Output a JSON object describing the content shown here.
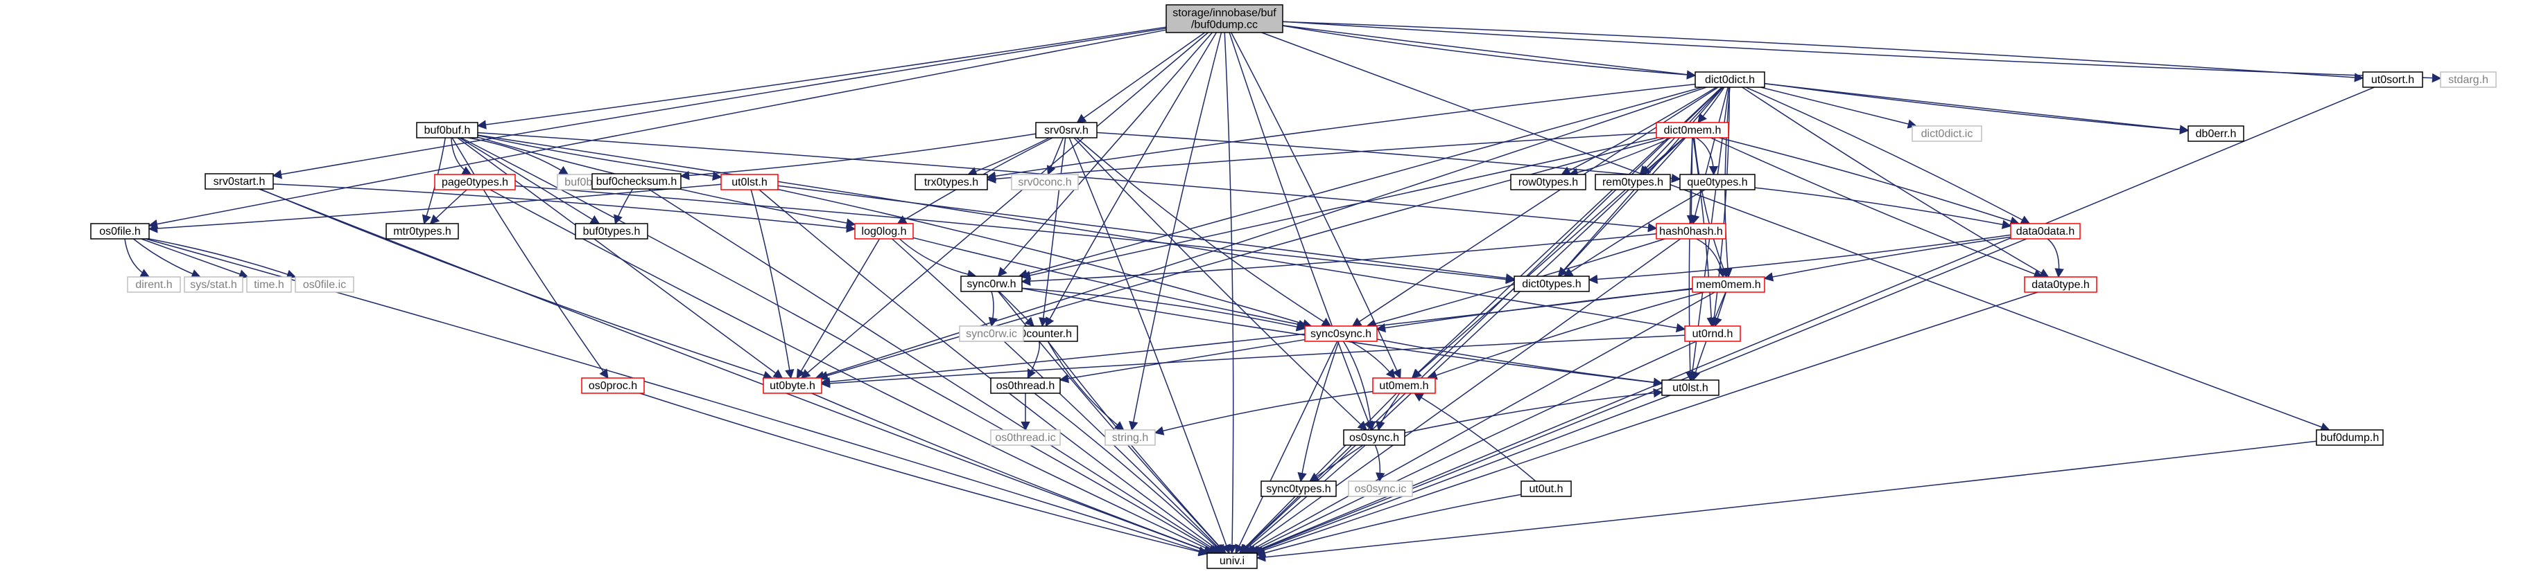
{
  "diagram": {
    "colors": {
      "normal_border": "#000000",
      "normal_fill": "#ffffff",
      "missing_border": "#bfbfbf",
      "missing_text": "#7f7f7f",
      "red_border": "#ff0000",
      "root_fill": "#bfbfbf",
      "edge": "#1f2a6b"
    },
    "nodes": [
      {
        "id": "root",
        "label": [
          "storage/innobase/buf",
          "/buf0dump.cc"
        ],
        "style": "root"
      },
      {
        "id": "dict0dict_h",
        "label": [
          "dict0dict.h"
        ],
        "style": "normal"
      },
      {
        "id": "buf0buf_h",
        "label": [
          "buf0buf.h"
        ],
        "style": "normal"
      },
      {
        "id": "srv0srv_h",
        "label": [
          "srv0srv.h"
        ],
        "style": "normal"
      },
      {
        "id": "srv0start_h",
        "label": [
          "srv0start.h"
        ],
        "style": "normal"
      },
      {
        "id": "ut0sort_h",
        "label": [
          "ut0sort.h"
        ],
        "style": "normal"
      },
      {
        "id": "stdarg_h",
        "label": [
          "stdarg.h"
        ],
        "style": "missing"
      },
      {
        "id": "db0err_h",
        "label": [
          "db0err.h"
        ],
        "style": "normal"
      },
      {
        "id": "dict0dict_ic",
        "label": [
          "dict0dict.ic"
        ],
        "style": "missing"
      },
      {
        "id": "dict0mem_h",
        "label": [
          "dict0mem.h"
        ],
        "style": "red"
      },
      {
        "id": "buf0buf_ic",
        "label": [
          "buf0buf.ic"
        ],
        "style": "missing"
      },
      {
        "id": "page0types_h",
        "label": [
          "page0types.h"
        ],
        "style": "red"
      },
      {
        "id": "ut0lst_h_top",
        "label": [
          "ut0lst.h"
        ],
        "style": "red"
      },
      {
        "id": "buf0checksum_h",
        "label": [
          "buf0checksum.h"
        ],
        "style": "normal"
      },
      {
        "id": "trx0types_h",
        "label": [
          "trx0types.h"
        ],
        "style": "normal"
      },
      {
        "id": "srv0conc_h",
        "label": [
          "srv0conc.h"
        ],
        "style": "missing"
      },
      {
        "id": "que0types_h",
        "label": [
          "que0types.h"
        ],
        "style": "normal"
      },
      {
        "id": "row0types_h",
        "label": [
          "row0types.h"
        ],
        "style": "normal"
      },
      {
        "id": "rem0types_h",
        "label": [
          "rem0types.h"
        ],
        "style": "normal"
      },
      {
        "id": "os0file_h",
        "label": [
          "os0file.h"
        ],
        "style": "normal"
      },
      {
        "id": "mtr0types_h",
        "label": [
          "mtr0types.h"
        ],
        "style": "normal"
      },
      {
        "id": "buf0types_h",
        "label": [
          "buf0types.h"
        ],
        "style": "normal"
      },
      {
        "id": "log0log_h",
        "label": [
          "log0log.h"
        ],
        "style": "red"
      },
      {
        "id": "hash0hash_h",
        "label": [
          "hash0hash.h"
        ],
        "style": "red"
      },
      {
        "id": "data0data_h",
        "label": [
          "data0data.h"
        ],
        "style": "red"
      },
      {
        "id": "dirent_h",
        "label": [
          "dirent.h"
        ],
        "style": "missing"
      },
      {
        "id": "sys_stat_h",
        "label": [
          "sys/stat.h"
        ],
        "style": "missing"
      },
      {
        "id": "time_h",
        "label": [
          "time.h"
        ],
        "style": "missing"
      },
      {
        "id": "os0file_ic",
        "label": [
          "os0file.ic"
        ],
        "style": "missing"
      },
      {
        "id": "sync0rw_h",
        "label": [
          "sync0rw.h"
        ],
        "style": "normal"
      },
      {
        "id": "dict0types_h",
        "label": [
          "dict0types.h"
        ],
        "style": "normal"
      },
      {
        "id": "mem0mem_h",
        "label": [
          "mem0mem.h"
        ],
        "style": "red"
      },
      {
        "id": "data0type_h",
        "label": [
          "data0type.h"
        ],
        "style": "red"
      },
      {
        "id": "ut0lst_h",
        "label": [
          "ut0lst.h"
        ],
        "style": "normal"
      },
      {
        "id": "ut0counter_h",
        "label": [
          "ut0counter.h"
        ],
        "style": "normal"
      },
      {
        "id": "sync0rw_ic",
        "label": [
          "sync0rw.ic"
        ],
        "style": "missing"
      },
      {
        "id": "sync0sync_h",
        "label": [
          "sync0sync.h"
        ],
        "style": "red"
      },
      {
        "id": "ut0rnd_h",
        "label": [
          "ut0rnd.h"
        ],
        "style": "red"
      },
      {
        "id": "os0proc_h",
        "label": [
          "os0proc.h"
        ],
        "style": "red"
      },
      {
        "id": "ut0byte_h",
        "label": [
          "ut0byte.h"
        ],
        "style": "red"
      },
      {
        "id": "os0thread_h",
        "label": [
          "os0thread.h"
        ],
        "style": "normal"
      },
      {
        "id": "ut0mem_h",
        "label": [
          "ut0mem.h"
        ],
        "style": "red"
      },
      {
        "id": "os0thread_ic",
        "label": [
          "os0thread.ic"
        ],
        "style": "missing"
      },
      {
        "id": "string_h",
        "label": [
          "string.h"
        ],
        "style": "missing"
      },
      {
        "id": "os0sync_h",
        "label": [
          "os0sync.h"
        ],
        "style": "normal"
      },
      {
        "id": "buf0dump_h",
        "label": [
          "buf0dump.h"
        ],
        "style": "normal"
      },
      {
        "id": "sync0types_h",
        "label": [
          "sync0types.h"
        ],
        "style": "normal"
      },
      {
        "id": "os0sync_ic",
        "label": [
          "os0sync.ic"
        ],
        "style": "missing"
      },
      {
        "id": "ut0ut_h",
        "label": [
          "ut0ut.h"
        ],
        "style": "normal"
      },
      {
        "id": "univ_i",
        "label": [
          "univ.i"
        ],
        "style": "normal"
      }
    ],
    "edges": [
      [
        "root",
        "dict0dict_h"
      ],
      [
        "root",
        "buf0buf_h"
      ],
      [
        "root",
        "srv0srv_h"
      ],
      [
        "root",
        "srv0start_h"
      ],
      [
        "root",
        "ut0sort_h"
      ],
      [
        "root",
        "stdarg_h"
      ],
      [
        "root",
        "db0err_h"
      ],
      [
        "root",
        "os0file_h"
      ],
      [
        "root",
        "sync0rw_h"
      ],
      [
        "root",
        "ut0byte_h"
      ],
      [
        "root",
        "string_h"
      ],
      [
        "root",
        "os0sync_h"
      ],
      [
        "root",
        "buf0dump_h"
      ],
      [
        "root",
        "ut0mem_h"
      ],
      [
        "root",
        "univ_i"
      ],
      [
        "root",
        "ut0counter_h"
      ],
      [
        "dict0dict_h",
        "db0err_h"
      ],
      [
        "dict0dict_h",
        "dict0dict_ic"
      ],
      [
        "dict0dict_h",
        "dict0mem_h"
      ],
      [
        "dict0dict_h",
        "trx0types_h"
      ],
      [
        "dict0dict_h",
        "row0types_h"
      ],
      [
        "dict0dict_h",
        "rem0types_h"
      ],
      [
        "dict0dict_h",
        "hash0hash_h"
      ],
      [
        "dict0dict_h",
        "data0data_h"
      ],
      [
        "dict0dict_h",
        "dict0types_h"
      ],
      [
        "dict0dict_h",
        "mem0mem_h"
      ],
      [
        "dict0dict_h",
        "data0type_h"
      ],
      [
        "dict0dict_h",
        "sync0rw_h"
      ],
      [
        "dict0dict_h",
        "sync0sync_h"
      ],
      [
        "dict0dict_h",
        "ut0rnd_h"
      ],
      [
        "dict0dict_h",
        "ut0byte_h"
      ],
      [
        "dict0dict_h",
        "ut0mem_h"
      ],
      [
        "dict0dict_h",
        "ut0lst_h"
      ],
      [
        "dict0dict_h",
        "univ_i"
      ],
      [
        "buf0buf_h",
        "buf0buf_ic"
      ],
      [
        "buf0buf_h",
        "page0types_h"
      ],
      [
        "buf0buf_h",
        "ut0lst_h_top"
      ],
      [
        "buf0buf_h",
        "buf0types_h"
      ],
      [
        "buf0buf_h",
        "mtr0types_h"
      ],
      [
        "buf0buf_h",
        "hash0hash_h"
      ],
      [
        "buf0buf_h",
        "log0log_h"
      ],
      [
        "buf0buf_h",
        "os0proc_h"
      ],
      [
        "buf0buf_h",
        "ut0byte_h"
      ],
      [
        "buf0buf_h",
        "ut0rnd_h"
      ],
      [
        "buf0buf_h",
        "univ_i"
      ],
      [
        "srv0srv_h",
        "buf0checksum_h"
      ],
      [
        "srv0srv_h",
        "trx0types_h"
      ],
      [
        "srv0srv_h",
        "srv0conc_h"
      ],
      [
        "srv0srv_h",
        "que0types_h"
      ],
      [
        "srv0srv_h",
        "log0log_h"
      ],
      [
        "srv0srv_h",
        "sync0sync_h"
      ],
      [
        "srv0srv_h",
        "os0sync_h"
      ],
      [
        "srv0srv_h",
        "ut0counter_h"
      ],
      [
        "srv0srv_h",
        "univ_i"
      ],
      [
        "srv0start_h",
        "log0log_h"
      ],
      [
        "srv0start_h",
        "ut0byte_h"
      ],
      [
        "srv0start_h",
        "univ_i"
      ],
      [
        "ut0sort_h",
        "univ_i"
      ],
      [
        "dict0mem_h",
        "trx0types_h"
      ],
      [
        "dict0mem_h",
        "que0types_h"
      ],
      [
        "dict0mem_h",
        "row0types_h"
      ],
      [
        "dict0mem_h",
        "rem0types_h"
      ],
      [
        "dict0mem_h",
        "hash0hash_h"
      ],
      [
        "dict0mem_h",
        "data0data_h"
      ],
      [
        "dict0mem_h",
        "dict0types_h"
      ],
      [
        "dict0mem_h",
        "mem0mem_h"
      ],
      [
        "dict0mem_h",
        "data0type_h"
      ],
      [
        "dict0mem_h",
        "sync0rw_h"
      ],
      [
        "dict0mem_h",
        "ut0rnd_h"
      ],
      [
        "dict0mem_h",
        "ut0byte_h"
      ],
      [
        "dict0mem_h",
        "ut0mem_h"
      ],
      [
        "dict0mem_h",
        "ut0lst_h"
      ],
      [
        "dict0mem_h",
        "univ_i"
      ],
      [
        "page0types_h",
        "mtr0types_h"
      ],
      [
        "page0types_h",
        "dict0types_h"
      ],
      [
        "page0types_h",
        "univ_i"
      ],
      [
        "ut0lst_h_top",
        "os0file_h"
      ],
      [
        "ut0lst_h_top",
        "dict0types_h"
      ],
      [
        "ut0lst_h_top",
        "ut0byte_h"
      ],
      [
        "ut0lst_h_top",
        "sync0sync_h"
      ],
      [
        "ut0lst_h_top",
        "univ_i"
      ],
      [
        "buf0checksum_h",
        "buf0types_h"
      ],
      [
        "buf0checksum_h",
        "univ_i"
      ],
      [
        "que0types_h",
        "data0data_h"
      ],
      [
        "que0types_h",
        "dict0types_h"
      ],
      [
        "os0file_h",
        "dirent_h"
      ],
      [
        "os0file_h",
        "sys_stat_h"
      ],
      [
        "os0file_h",
        "time_h"
      ],
      [
        "os0file_h",
        "os0file_ic"
      ],
      [
        "os0file_h",
        "univ_i"
      ],
      [
        "log0log_h",
        "sync0rw_h"
      ],
      [
        "log0log_h",
        "sync0sync_h"
      ],
      [
        "log0log_h",
        "ut0byte_h"
      ],
      [
        "log0log_h",
        "univ_i"
      ],
      [
        "hash0hash_h",
        "mem0mem_h"
      ],
      [
        "hash0hash_h",
        "sync0rw_h"
      ],
      [
        "hash0hash_h",
        "sync0sync_h"
      ],
      [
        "hash0hash_h",
        "univ_i"
      ],
      [
        "data0data_h",
        "mem0mem_h"
      ],
      [
        "data0data_h",
        "data0type_h"
      ],
      [
        "data0data_h",
        "dict0types_h"
      ],
      [
        "data0data_h",
        "univ_i"
      ],
      [
        "sync0rw_h",
        "ut0counter_h"
      ],
      [
        "sync0rw_h",
        "sync0rw_ic"
      ],
      [
        "sync0rw_h",
        "sync0sync_h"
      ],
      [
        "sync0rw_h",
        "ut0lst_h"
      ],
      [
        "sync0rw_h",
        "univ_i"
      ],
      [
        "mem0mem_h",
        "ut0rnd_h"
      ],
      [
        "mem0mem_h",
        "sync0sync_h"
      ],
      [
        "mem0mem_h",
        "ut0mem_h"
      ],
      [
        "mem0mem_h",
        "ut0byte_h"
      ],
      [
        "mem0mem_h",
        "ut0lst_h"
      ],
      [
        "mem0mem_h",
        "univ_i"
      ],
      [
        "data0type_h",
        "univ_i"
      ],
      [
        "ut0counter_h",
        "os0thread_h"
      ],
      [
        "ut0counter_h",
        "string_h"
      ],
      [
        "ut0counter_h",
        "univ_i"
      ],
      [
        "sync0sync_h",
        "os0thread_h"
      ],
      [
        "sync0sync_h",
        "ut0mem_h"
      ],
      [
        "sync0sync_h",
        "os0sync_h"
      ],
      [
        "sync0sync_h",
        "sync0types_h"
      ],
      [
        "sync0sync_h",
        "ut0lst_h"
      ],
      [
        "sync0sync_h",
        "univ_i"
      ],
      [
        "ut0rnd_h",
        "ut0byte_h"
      ],
      [
        "ut0rnd_h",
        "univ_i"
      ],
      [
        "os0proc_h",
        "univ_i"
      ],
      [
        "ut0byte_h",
        "univ_i"
      ],
      [
        "os0thread_h",
        "os0thread_ic"
      ],
      [
        "os0thread_h",
        "univ_i"
      ],
      [
        "ut0mem_h",
        "string_h"
      ],
      [
        "ut0mem_h",
        "os0sync_h"
      ],
      [
        "ut0mem_h",
        "univ_i"
      ],
      [
        "os0sync_h",
        "sync0types_h"
      ],
      [
        "os0sync_h",
        "os0sync_ic"
      ],
      [
        "os0sync_h",
        "ut0lst_h"
      ],
      [
        "os0sync_h",
        "univ_i"
      ],
      [
        "buf0dump_h",
        "univ_i"
      ],
      [
        "ut0lst_h",
        "univ_i"
      ],
      [
        "ut0ut_h",
        "ut0mem_h"
      ],
      [
        "ut0ut_h",
        "univ_i"
      ]
    ]
  }
}
